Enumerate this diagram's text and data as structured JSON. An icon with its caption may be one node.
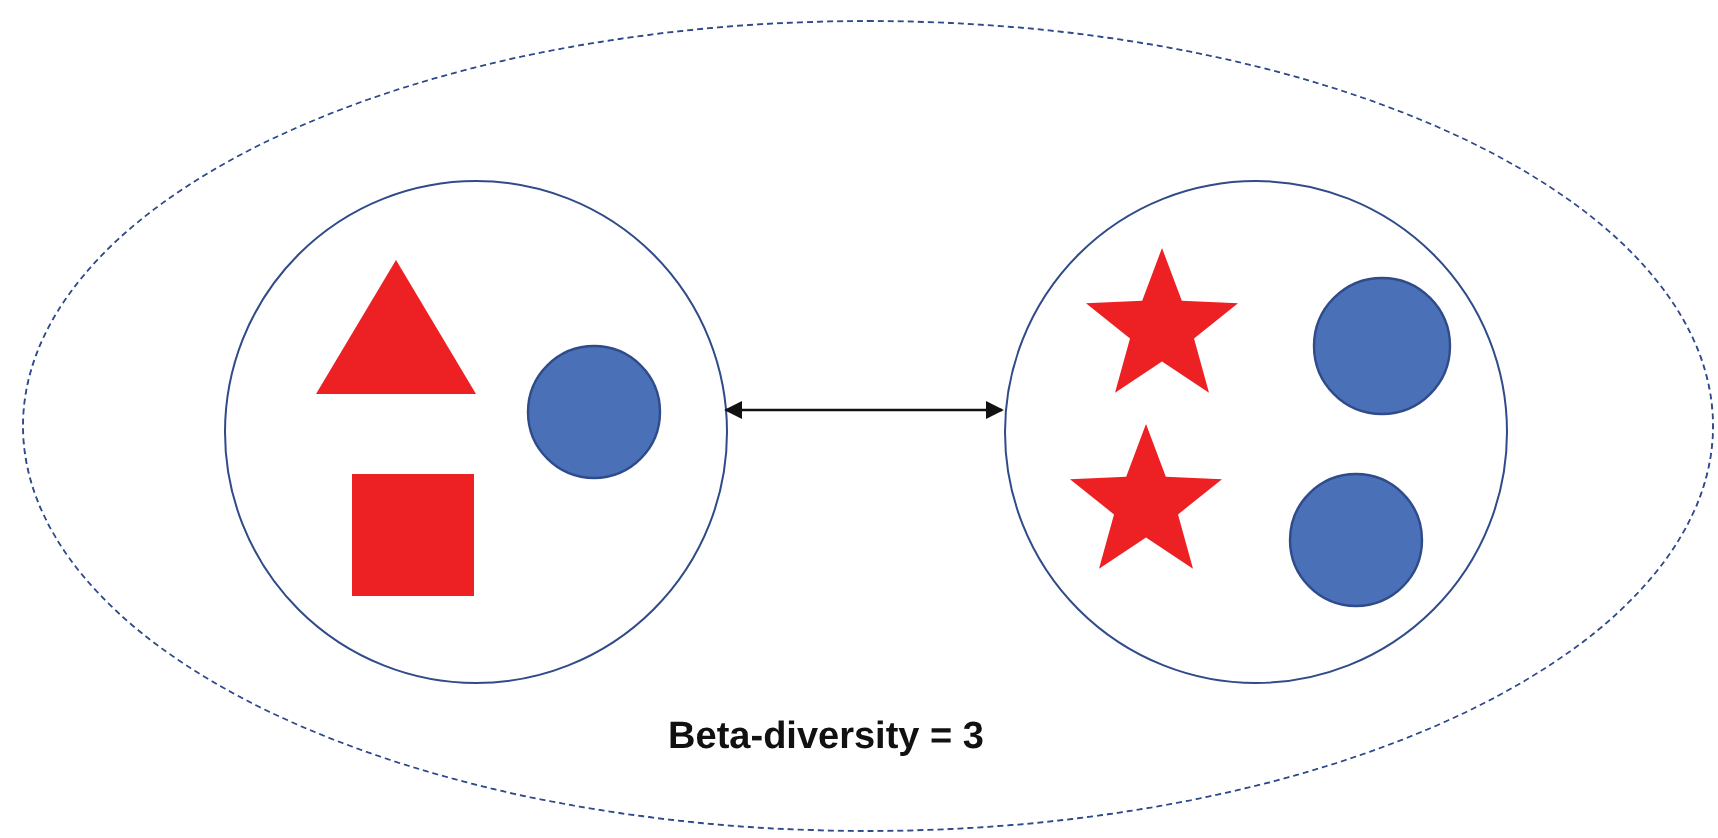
{
  "diagram": {
    "nodes": [
      {
        "text": [
          "Beta-diversity = 3"
        ]
      },
      {
        "text": [],
        "shape": "circle",
        "in": 0
      },
      {
        "text": [],
        "shape": "circle",
        "in": 0
      }
    ],
    "edges": [
      {
        "from": 1,
        "to": 2,
        "arrow": "both"
      }
    ]
  }
}
